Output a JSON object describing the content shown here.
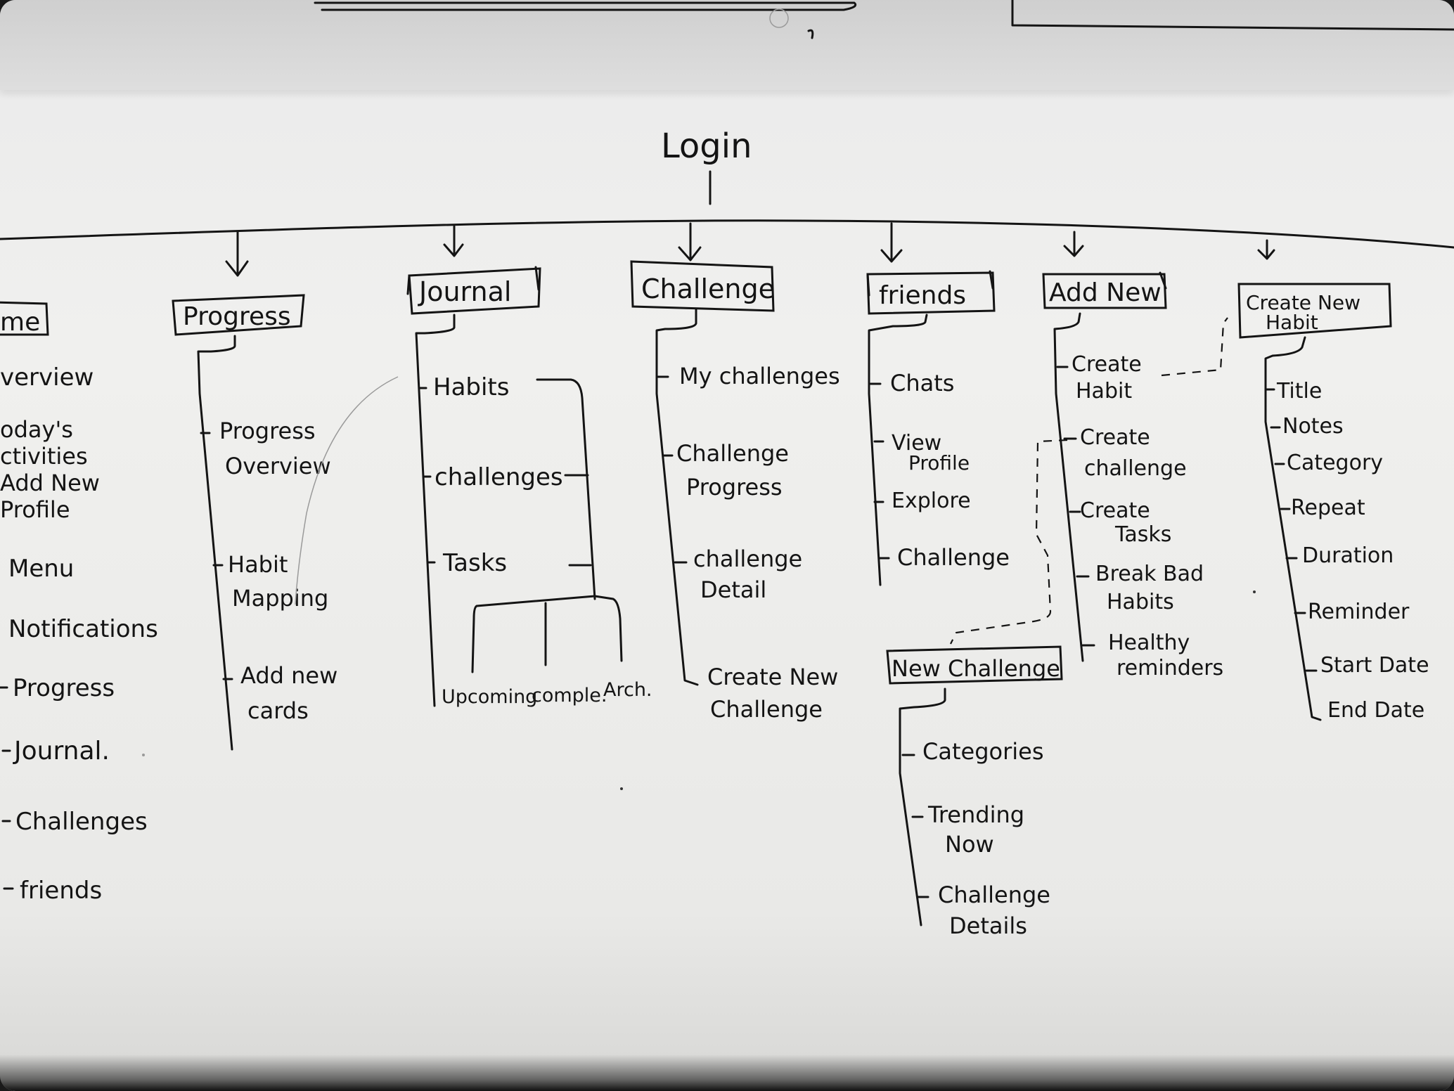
{
  "root": "Login",
  "columns": {
    "home": {
      "title": "me",
      "items": [
        "verview",
        "oday's",
        "ctivities",
        "Add New",
        "Profile",
        "Menu",
        "Notifications",
        "Progress",
        "Journal.",
        "Challenges",
        "friends"
      ]
    },
    "progress": {
      "title": "Progress",
      "items": [
        "Progress",
        "Overview",
        "Habit",
        "Mapping",
        "Add new",
        "cards"
      ]
    },
    "journal": {
      "title": "Journal",
      "items": [
        "Habits",
        "challenges",
        "Tasks"
      ],
      "sub_items": [
        "Upcoming",
        "comple.",
        "Arch."
      ]
    },
    "challenge": {
      "title": "Challenge",
      "items": [
        "My challenges",
        "Challenge",
        "Progress",
        "challenge",
        "Detail",
        "Create New",
        "Challenge"
      ]
    },
    "friends": {
      "title": "friends",
      "items": [
        "Chats",
        "View",
        "Profile",
        "Explore",
        "Challenge"
      ]
    },
    "new_challenge": {
      "title": "New Challenge",
      "items": [
        "Categories",
        "Trending",
        "Now",
        "Challenge",
        "Details"
      ]
    },
    "add_new": {
      "title": "Add New",
      "items": [
        "Create",
        "Habit",
        "Create",
        "challenge",
        "Create",
        "Tasks",
        "Break Bad",
        "Habits",
        "Healthy",
        "reminders"
      ]
    },
    "create_habit": {
      "title": "Create New",
      "title2": "Habit",
      "items": [
        "Title",
        "Notes",
        "Category",
        "Repeat",
        "Duration",
        "Reminder",
        "Start Date",
        "End Date"
      ]
    }
  }
}
